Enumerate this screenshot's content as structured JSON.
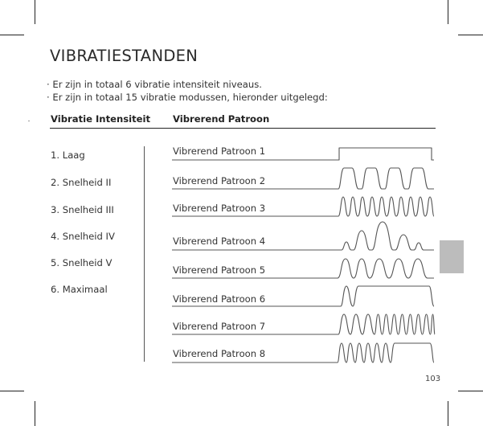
{
  "page": {
    "title": "VIBRATIESTANDEN",
    "bullets": [
      "· Er zijn in totaal 6 vibratie intensiteit niveaus.",
      "· Er zijn in totaal 15 vibratie modussen, hieronder uitgelegd:"
    ],
    "table": {
      "headers": {
        "intensity": "Vibratie Intensiteit",
        "pattern": "Vibrerend Patroon"
      },
      "intensities": [
        "1. Laag",
        "2. Snelheid II",
        "3. Snelheid III",
        "4. Snelheid IV",
        "5. Snelheid V",
        "6. Maximaal"
      ],
      "patterns": [
        "Vibrerend Patroon 1",
        "Vibrerend Patroon 2",
        "Vibrerend Patroon 3",
        "Vibrerend Patroon 4",
        "Vibrerend Patroon 5",
        "Vibrerend Patroon 6",
        "Vibrerend Patroon 7",
        "Vibrerend Patroon 8"
      ]
    },
    "page_number": "103",
    "colors": {
      "text": "#333333",
      "rule": "#222222",
      "waveform": "#555555",
      "side_tab": "#bcbcbc"
    }
  }
}
